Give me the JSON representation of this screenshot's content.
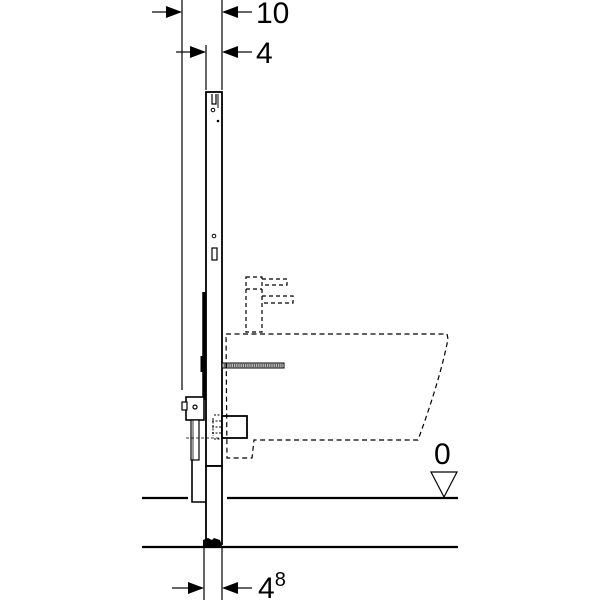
{
  "drawing": {
    "type": "technical-installation-drawing",
    "subject": "wall-hung bidet installation frame, side elevation",
    "stroke_color": "#000000",
    "background_color": "#ffffff",
    "dimensions": {
      "top_outer": {
        "value": "10",
        "unit": "cm"
      },
      "top_inner": {
        "value": "4",
        "unit": "cm"
      },
      "bottom": {
        "value": "4",
        "superscript": "8",
        "unit": "cm"
      }
    },
    "level_marker": {
      "label": "0",
      "icon": "level-triangle-icon"
    },
    "components": [
      "installation-frame",
      "mounting-rail",
      "floor-fixing-foot",
      "wall-anchor-bracket",
      "threaded-fixing-rod",
      "drain-connector",
      "bidet-outline-dashed",
      "faucet-outline-dashed",
      "finished-floor-line",
      "raw-floor-line"
    ]
  }
}
